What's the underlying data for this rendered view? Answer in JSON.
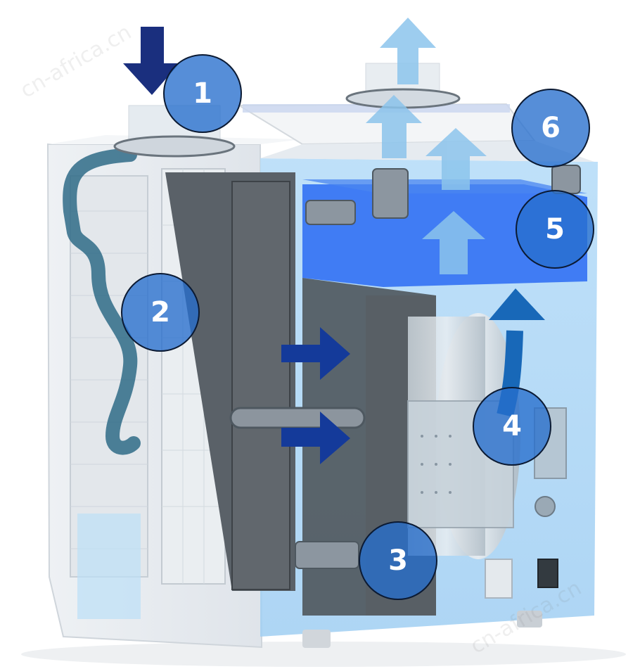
{
  "markers": [
    "1",
    "2",
    "3",
    "4",
    "5",
    "6"
  ],
  "watermark": "cn-africa.cn",
  "colors": {
    "inlet_arrow": "#1a2f7e",
    "flow_arrow": "#143a9a",
    "outlet_arrow": "#8cc4ec",
    "duct": "#3f7f99",
    "badge_fill": "#266ecd",
    "badge_stroke": "#0b1a33",
    "enclosure_tint": "#a6d4f6",
    "filter_block": "#2f6ef2"
  }
}
